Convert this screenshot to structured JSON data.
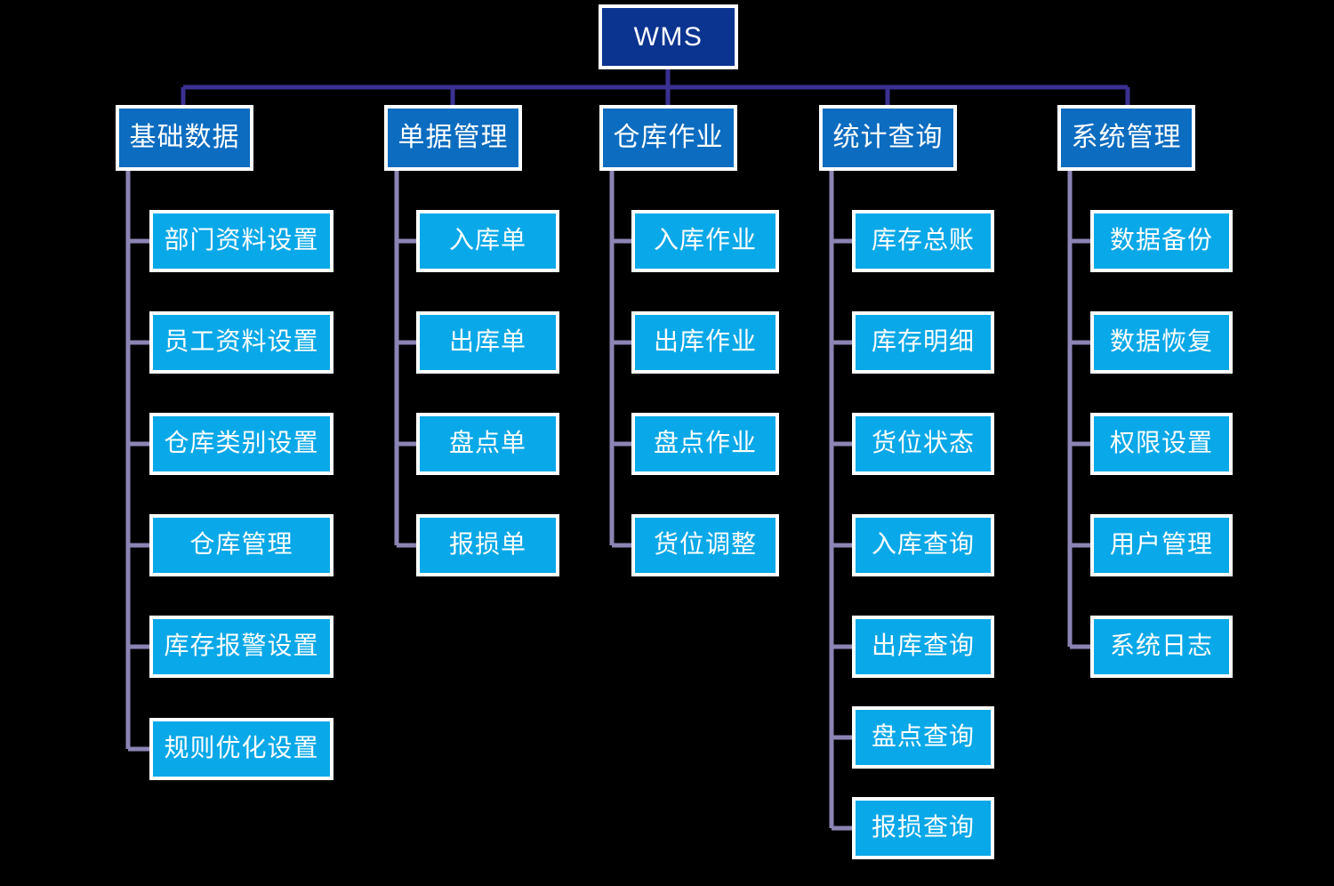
{
  "diagram": {
    "title": "WMS",
    "type": "org-chart",
    "colors": {
      "background": "#000000",
      "root_fill": "#0b3390",
      "branch_fill": "#0b6cc0",
      "leaf_fill": "#09a8e8",
      "box_border": "#ffffff",
      "text": "#ffffff",
      "top_connector": "#3b3193",
      "child_connector": "#8b85b5"
    },
    "root": {
      "label": "WMS"
    },
    "branches": [
      {
        "label": "基础数据",
        "children": [
          {
            "label": "部门资料设置"
          },
          {
            "label": "员工资料设置"
          },
          {
            "label": "仓库类别设置"
          },
          {
            "label": "仓库管理"
          },
          {
            "label": "库存报警设置"
          },
          {
            "label": "规则优化设置"
          }
        ]
      },
      {
        "label": "单据管理",
        "children": [
          {
            "label": "入库单"
          },
          {
            "label": "出库单"
          },
          {
            "label": "盘点单"
          },
          {
            "label": "报损单"
          }
        ]
      },
      {
        "label": "仓库作业",
        "children": [
          {
            "label": "入库作业"
          },
          {
            "label": "出库作业"
          },
          {
            "label": "盘点作业"
          },
          {
            "label": "货位调整"
          }
        ]
      },
      {
        "label": "统计查询",
        "children": [
          {
            "label": "库存总账"
          },
          {
            "label": "库存明细"
          },
          {
            "label": "货位状态"
          },
          {
            "label": "入库查询"
          },
          {
            "label": "出库查询"
          },
          {
            "label": "盘点查询"
          },
          {
            "label": "报损查询"
          }
        ]
      },
      {
        "label": "系统管理",
        "children": [
          {
            "label": "数据备份"
          },
          {
            "label": "数据恢复"
          },
          {
            "label": "权限设置"
          },
          {
            "label": "用户管理"
          },
          {
            "label": "系统日志"
          }
        ]
      }
    ]
  }
}
